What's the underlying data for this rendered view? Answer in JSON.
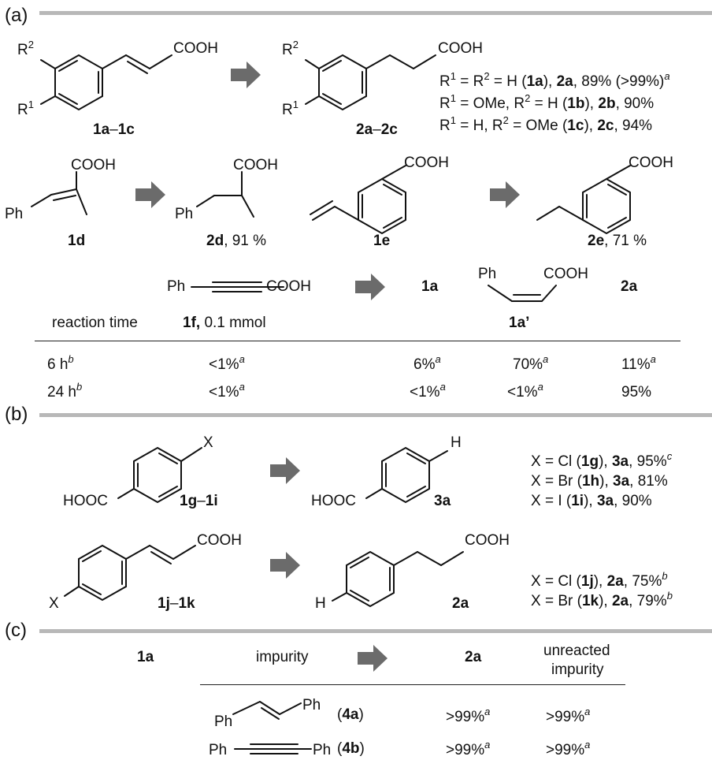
{
  "panels": {
    "a": "(a)",
    "b": "(b)",
    "c": "(c)"
  },
  "section_a": {
    "cinnamic": {
      "r2": "R",
      "r2_sup": "2",
      "r1": "R",
      "r1_sup": "1",
      "acid": "COOH",
      "label_start": "1a",
      "label_dash": "–",
      "label_end": "1c"
    },
    "hydro": {
      "r2": "R",
      "r2_sup": "2",
      "r1": "R",
      "r1_sup": "1",
      "acid": "COOH",
      "label_start": "2a",
      "label_dash": "–",
      "label_end": "2c"
    },
    "results": [
      {
        "pre": "R",
        "s1": "1",
        "mid": " = R",
        "s2": "2",
        "post": " = H (",
        "bold1": "1a",
        "close": "), ",
        "bold2": "2a",
        "tail": ", 89% (>99%)",
        "note": "a"
      },
      {
        "pre": "R",
        "s1": "1",
        "mid": " = OMe, R",
        "s2": "2",
        "post": " = H (",
        "bold1": "1b",
        "close": "), ",
        "bold2": "2b",
        "tail": ", 90%",
        "note": ""
      },
      {
        "pre": "R",
        "s1": "1",
        "mid": " = H, R",
        "s2": "2",
        "post": " = OMe (",
        "bold1": "1c",
        "close": "), ",
        "bold2": "2c",
        "tail": ", 94%",
        "note": ""
      }
    ],
    "row2": {
      "d_acid": "COOH",
      "d_ph": "Ph",
      "d_label": "1d",
      "d2_acid": "COOH",
      "d2_ph": "Ph",
      "d2_label": "2d",
      "d2_yield": ", 91 %",
      "e_acid": "COOH",
      "e_label": "1e",
      "e2_acid": "COOH",
      "e2_label": "2e",
      "e2_yield": ", 71 %"
    },
    "alkyne": {
      "ph": "Ph",
      "acid": "COOH",
      "label": "1f,",
      "amount": " 0.1 mmol",
      "prod_1a": "1a",
      "cis_ph": "Ph",
      "cis_acid": "COOH",
      "cis_label": "1a’",
      "prod_2a": "2a"
    },
    "table": {
      "header": "reaction time",
      "rows": [
        {
          "time": "6 h",
          "time_note": "b",
          "c1": "<1%",
          "c1n": "a",
          "c2": "6%",
          "c2n": "a",
          "c3": "70%",
          "c3n": "a",
          "c4": "11%",
          "c4n": "a"
        },
        {
          "time": "24 h",
          "time_note": "b",
          "c1": "<1%",
          "c1n": "a",
          "c2": "<1%",
          "c2n": "a",
          "c3": "<1%",
          "c3n": "a",
          "c4": "95%",
          "c4n": ""
        }
      ]
    }
  },
  "section_b": {
    "halo_acid": {
      "x": "X",
      "acid": "HOOC",
      "label_start": "1g",
      "label_dash": "–",
      "label_end": "1i"
    },
    "benzoic": {
      "h": "H",
      "acid": "HOOC",
      "label": "3a"
    },
    "results1": [
      {
        "pre": "X = Cl (",
        "b1": "1g",
        "mid": "), ",
        "b2": "3a",
        "tail": ", 95%",
        "note": "c"
      },
      {
        "pre": "X = Br (",
        "b1": "1h",
        "mid": "), ",
        "b2": "3a",
        "tail": ", 81%",
        "note": ""
      },
      {
        "pre": "X = I (",
        "b1": "1i",
        "mid": "), ",
        "b2": "3a",
        "tail": ", 90%",
        "note": ""
      }
    ],
    "halo_cinn": {
      "x": "X",
      "acid": "COOH",
      "label_start": "1j",
      "label_dash": "–",
      "label_end": "1k"
    },
    "hydro_cinn": {
      "h": "H",
      "acid": "COOH",
      "label": "2a"
    },
    "results2": [
      {
        "pre": "X = Cl (",
        "b1": "1j",
        "mid": "), ",
        "b2": "2a",
        "tail": ", 75%",
        "note": "b"
      },
      {
        "pre": "X = Br (",
        "b1": "1k",
        "mid": "), ",
        "b2": "2a",
        "tail": ", 79%",
        "note": "b"
      }
    ]
  },
  "section_c": {
    "col_1a": "1a",
    "col_impurity": "impurity",
    "col_2a": "2a",
    "col_unreacted_1": "unreacted",
    "col_unreacted_2": "impurity",
    "rows": [
      {
        "ph1": "Ph",
        "ph2": "Ph",
        "label_open": "(",
        "label": "4a",
        "label_close": ")",
        "v1": ">99%",
        "v1n": "a",
        "v2": ">99%",
        "v2n": "a"
      },
      {
        "ph1": "Ph",
        "ph2": "Ph",
        "label_open": "(",
        "label": "4b",
        "label_close": ")",
        "v1": ">99%",
        "v1n": "a",
        "v2": ">99%",
        "v2n": "a"
      }
    ]
  }
}
